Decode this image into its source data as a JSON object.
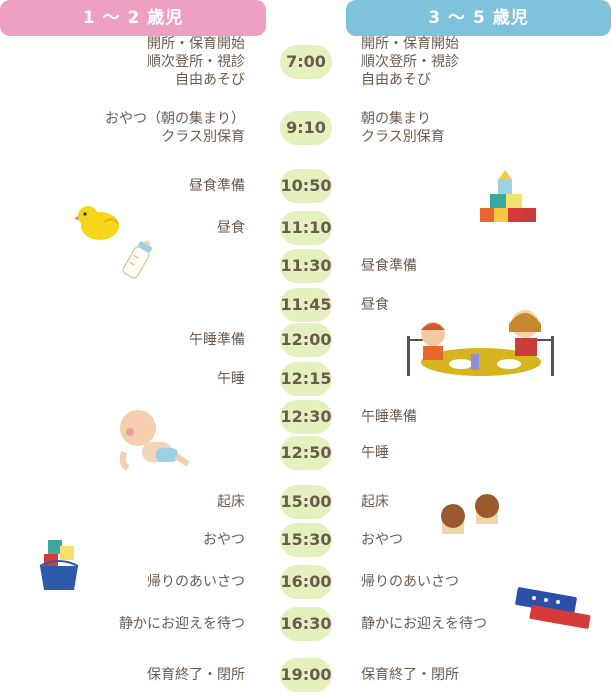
{
  "headers": {
    "left": "1 〜 2 歳児",
    "right": "3 〜 5 歳児"
  },
  "rows": [
    {
      "time": "7:00",
      "left": "開所・保育開始\n順次登所・視診\n自由あそび",
      "right": "開所・保育開始\n順次登所・視診\n自由あそび"
    },
    {
      "time": "9:10",
      "left": "おやつ（朝の集まり）\nクラス別保育",
      "right": "朝の集まり\nクラス別保育"
    },
    {
      "time": "10:50",
      "left": "昼食準備",
      "right": ""
    },
    {
      "time": "11:10",
      "left": "昼食",
      "right": ""
    },
    {
      "time": "11:30",
      "left": "",
      "right": "昼食準備"
    },
    {
      "time": "11:45",
      "left": "",
      "right": "昼食"
    },
    {
      "time": "12:00",
      "left": "午睡準備",
      "right": ""
    },
    {
      "time": "12:15",
      "left": "午睡",
      "right": ""
    },
    {
      "time": "12:30",
      "left": "",
      "right": "午睡準備"
    },
    {
      "time": "12:50",
      "left": "",
      "right": "午睡"
    },
    {
      "time": "15:00",
      "left": "起床",
      "right": "起床"
    },
    {
      "time": "15:30",
      "left": "おやつ",
      "right": "おやつ"
    },
    {
      "time": "16:00",
      "left": "帰りのあいさつ",
      "right": "帰りのあいさつ"
    },
    {
      "time": "16:30",
      "left": "静かにお迎えを待つ",
      "right": "静かにお迎えを待つ"
    },
    {
      "time": "19:00",
      "left": "保育終了・閉所",
      "right": "保育終了・閉所"
    }
  ],
  "colors": {
    "pink": "#eea0c2",
    "blue": "#7ec2db",
    "time_bg": "#e4f0bd",
    "text": "#6b5a4e"
  }
}
